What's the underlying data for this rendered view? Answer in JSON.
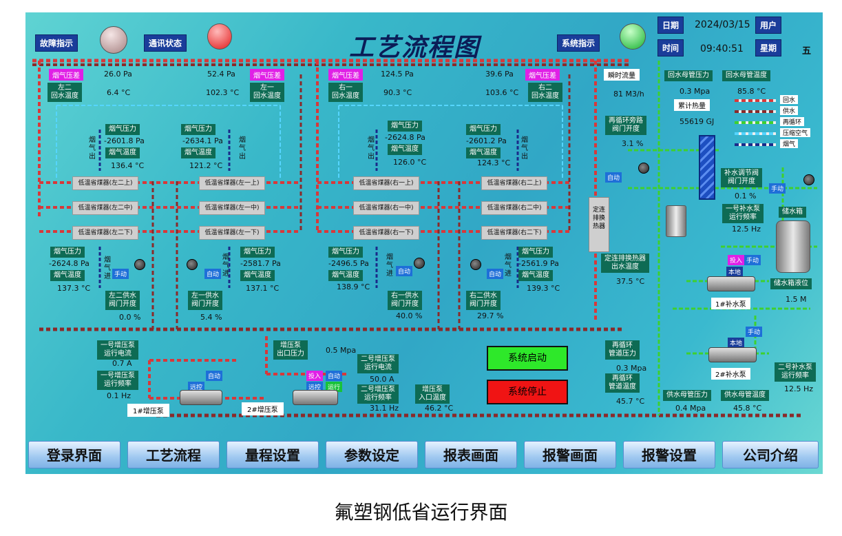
{
  "header": {
    "title": "工艺流程图",
    "fault_label": "故障指示",
    "comm_label": "通讯状态",
    "system_label": "系统指示",
    "date_label": "日期",
    "date_value": "2024/03/15",
    "user_label": "用户",
    "time_label": "时间",
    "time_value": "09:40:51",
    "week_label": "星期",
    "week_value": "五"
  },
  "colors": {
    "return_water": "#d8383a",
    "supply_water": "#8a2a2a",
    "recirc": "#3ed02e",
    "compressed_air": "#55d5ff",
    "flue_gas": "#1a2b8a"
  },
  "left2": {
    "diff_label": "烟气压差",
    "diff": "26.0 Pa",
    "temp_label": "左二\n回水温度",
    "temp": "6.4 °C",
    "in_p_label": "烟气压力",
    "in_p": "-2624.8 Pa",
    "in_t_label": "烟气温度",
    "in_t": "137.3 °C",
    "out_p_label": "烟气压力",
    "out_p": "-2601.8 Pa",
    "out_t_label": "烟气温度",
    "out_t": "136.4 °C",
    "valve_label": "左二供水\n阀门开度",
    "valve": "0.0 %",
    "mode": "手动"
  },
  "left1": {
    "diff_label": "烟气压差",
    "diff": "52.4 Pa",
    "temp_label": "左一\n回水温度",
    "temp": "102.3 °C",
    "in_p_label": "烟气压力",
    "in_p": "-2581.7 Pa",
    "in_t_label": "烟气温度",
    "in_t": "137.1 °C",
    "out_p_label": "烟气压力",
    "out_p": "-2634.1 Pa",
    "out_t_label": "烟气温度",
    "out_t": "121.2 °C",
    "valve_label": "左一供水\n阀门开度",
    "valve": "5.4 %",
    "mode": "自动"
  },
  "right1": {
    "diff_label": "烟气压差",
    "diff": "124.5 Pa",
    "temp_label": "右一\n回水温度",
    "temp": "90.3 °C",
    "in_p_label": "烟气压力",
    "in_p": "-2496.5 Pa",
    "in_t_label": "烟气温度",
    "in_t": "138.9 °C",
    "out_p_label": "烟气压力",
    "out_p": "-2624.8 Pa",
    "out_t_label": "烟气温度",
    "out_t": "126.0 °C",
    "valve_label": "右一供水\n阀门开度",
    "valve": "40.0 %",
    "mode": "自动"
  },
  "right2": {
    "diff_label": "烟气压差",
    "diff": "39.6 Pa",
    "temp_label": "右二\n回水温度",
    "temp": "103.6 °C",
    "in_p_label": "烟气压力",
    "in_p": "-2561.9 Pa",
    "in_t_label": "烟气温度",
    "in_t": "139.3 °C",
    "out_p_label": "烟气压力",
    "out_p": "-2601.2 Pa",
    "out_t_label": "烟气温度",
    "out_t": "124.3 °C",
    "valve_label": "右二供水\n阀门开度",
    "valve": "29.7 %",
    "mode": "自动"
  },
  "flue_out": "烟\n气\n出",
  "flue_in": "烟\n气\n进",
  "economizers": [
    "低温省煤器(左二上)",
    "低温省煤器(左二中)",
    "低温省煤器(左二下)",
    "低温省煤器(左一上)",
    "低温省煤器(左一中)",
    "低温省煤器(左一下)",
    "低温省煤器(右一上)",
    "低温省煤器(右一中)",
    "低温省煤器(右一下)",
    "低温省煤器(右二上)",
    "低温省煤器(右二中)",
    "低温省煤器(右二下)"
  ],
  "exchanger": {
    "label": "定连\n排换\n热器",
    "out_label": "定连排换热器\n出水温度",
    "out_value": "37.5 °C"
  },
  "flow": {
    "label": "瞬时流量",
    "value": "81 M3/h",
    "heat_label": "累计热量",
    "heat_value": "55619 GJ"
  },
  "recirc_valve": {
    "label": "再循环旁路\n阀门开度",
    "value": "3.1 %",
    "mode": "自动"
  },
  "return_main": {
    "p_label": "回水母管压力",
    "p": "0.3 Mpa",
    "t_label": "回水母管温度",
    "t": "85.8 °C"
  },
  "legend": [
    "回水",
    "供水",
    "再循环",
    "压缩空气",
    "烟气"
  ],
  "makeup_valve": {
    "label": "补水调节阀\n阀门开度",
    "value": "0.1 %",
    "mode": "手动"
  },
  "makeup1": {
    "label": "一号补水泵\n运行频率",
    "value": "12.5 Hz",
    "pump": "1#补水泵",
    "btn_in": "投入",
    "btn_mode": "手动",
    "btn_local": "本地"
  },
  "makeup2": {
    "label": "二号补水泵\n运行频率",
    "value": "12.5 Hz",
    "pump": "2#补水泵",
    "btn_mode": "手动",
    "btn_local": "本地"
  },
  "tank": {
    "label": "储水箱",
    "level_label": "储水箱液位",
    "level": "1.5 M"
  },
  "booster1": {
    "cur_label": "一号增压泵\n运行电流",
    "cur": "0.7 A",
    "freq_label": "一号增压泵\n运行频率",
    "freq": "0.1 Hz",
    "name": "1#增压泵",
    "remote": "远控",
    "auto": "自动"
  },
  "booster2": {
    "cur_label": "二号增压泵\n运行电流",
    "cur": "50.0 A",
    "freq_label": "二号增压泵\n运行频率",
    "freq": "31.1 Hz",
    "name": "2#增压泵",
    "in": "投入",
    "auto": "自动",
    "remote": "远控",
    "run": "运行"
  },
  "booster_out": {
    "label": "增压泵\n出口压力",
    "value": "0.5 Mpa"
  },
  "booster_in": {
    "label": "增压泵\n入口温度",
    "value": "46.2 °C"
  },
  "control": {
    "start": "系统启动",
    "stop": "系统停止"
  },
  "recirc_pipe": {
    "p_label": "再循环\n管道压力",
    "p": "0.3 Mpa",
    "t_label": "再循环\n管道温度",
    "t": "45.7 °C"
  },
  "supply_main": {
    "p_label": "供水母管压力",
    "p": "0.4 Mpa",
    "t_label": "供水母管温度",
    "t": "45.8 °C"
  },
  "nav": [
    "登录界面",
    "工艺流程",
    "量程设置",
    "参数设定",
    "报表画面",
    "报警画面",
    "报警设置",
    "公司介绍"
  ],
  "caption": "氟塑钢低省运行界面"
}
